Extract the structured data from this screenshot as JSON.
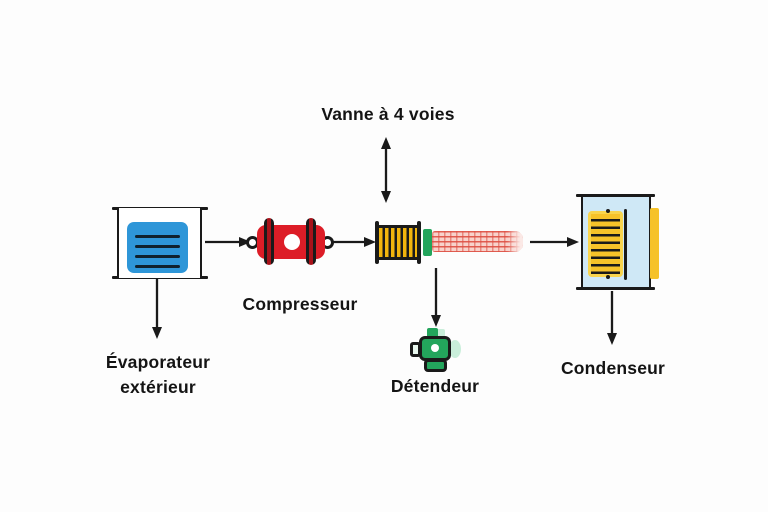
{
  "diagram": {
    "labels": {
      "four_way_valve": "Vanne à 4 voies",
      "compressor": "Compresseur",
      "evaporator_line1": "Évaporateur",
      "evaporator_line2": "extérieur",
      "expansion_valve": "Détendeur",
      "condenser": "Condenseur"
    },
    "icons": {
      "evaporator": "framed-box-with-blue-striped-panel",
      "compressor": "red-cylinder-with-black-flanges-end-rings-and-white-port",
      "four_way_valve_coil": "yellow-vertical-striped-coil-with-black-end-plates",
      "expansion_inlet": "green-connector-block",
      "heat_exchanger_mesh": "pink-red-crosshatched-tube",
      "expansion_valve": "green-valve-body-with-white-port-and-side-tabs",
      "condenser": "light-blue-tank-with-yellow-finned-coil-and-side-bar"
    },
    "colors": {
      "line_black": "#1a1a1a",
      "text": "#141414",
      "evaporator_blue": "#2e96d8",
      "compressor_red": "#dd1d27",
      "flange_red": "#a8121a",
      "coil_yellow": "#f2b50d",
      "condenser_coil_yellow": "#f6c229",
      "condenser_coil_glow": "#f9d44c",
      "valve_green": "#23a55c",
      "valve_green_light": "#c9eeda",
      "condenser_bg": "#cfe8f6",
      "mesh_bg": "#f8d2cb",
      "mesh_red": "#dd4f43",
      "background": "#fdfdfd"
    }
  }
}
